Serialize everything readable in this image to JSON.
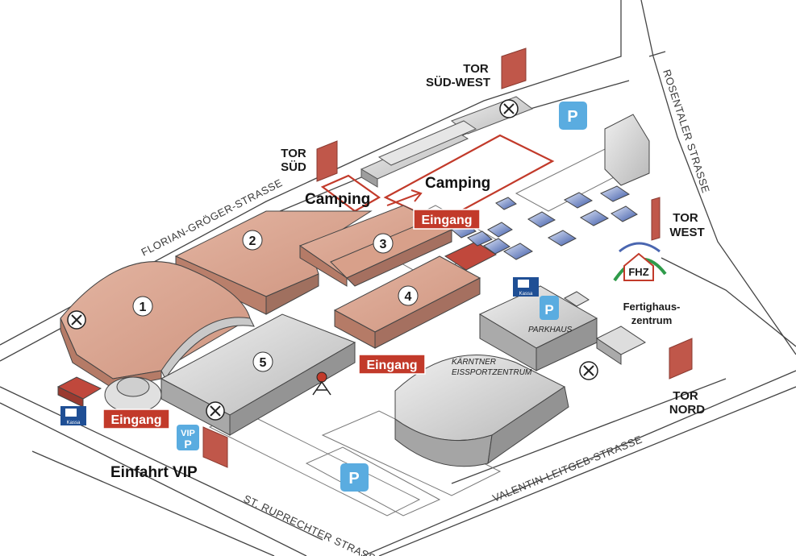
{
  "streets": {
    "florian": "FLORIAN-GRÖGER-STRASSE",
    "rosentaler": "ROSENTALER STRASSE",
    "valentin": "VALENTIN-LEITGEB-STRASSE",
    "ruprechter": "ST. RUPRECHTER STRASSE"
  },
  "gates": {
    "sued_west_1": "TOR",
    "sued_west_2": "SÜD-WEST",
    "sued_1": "TOR",
    "sued_2": "SÜD",
    "west_1": "TOR",
    "west_2": "WEST",
    "nord_1": "TOR",
    "nord_2": "NORD"
  },
  "halls": {
    "h1": "1",
    "h2": "2",
    "h3": "3",
    "h4": "4",
    "h5": "5"
  },
  "labels": {
    "camping_1": "Camping",
    "camping_2": "Camping",
    "eingang_1": "Eingang",
    "eingang_2": "Eingang",
    "eingang_3": "Eingang",
    "einfahrt_vip": "Einfahrt VIP",
    "parkhaus": "PARKHAUS",
    "eissport_1": "KÄRNTNER",
    "eissport_2": "EISSPORTZENTRUM",
    "fertighaus_1": "Fertighaus-",
    "fertighaus_2": "zentrum",
    "fhz_logo": "FHZ",
    "parking": "P",
    "vip_1": "VIP",
    "vip_2": "P",
    "kasse": "Kassa"
  },
  "colors": {
    "hall": "#d9a490",
    "hall_side": "#b9806b",
    "grey": "#d6d6d6",
    "grey_dark": "#9a9a9a",
    "gate": "#c0574a",
    "entrance": "#c23a2a",
    "parking": "#5aace0",
    "camping": "#c23a2a",
    "kasse": "#1f4f95"
  }
}
